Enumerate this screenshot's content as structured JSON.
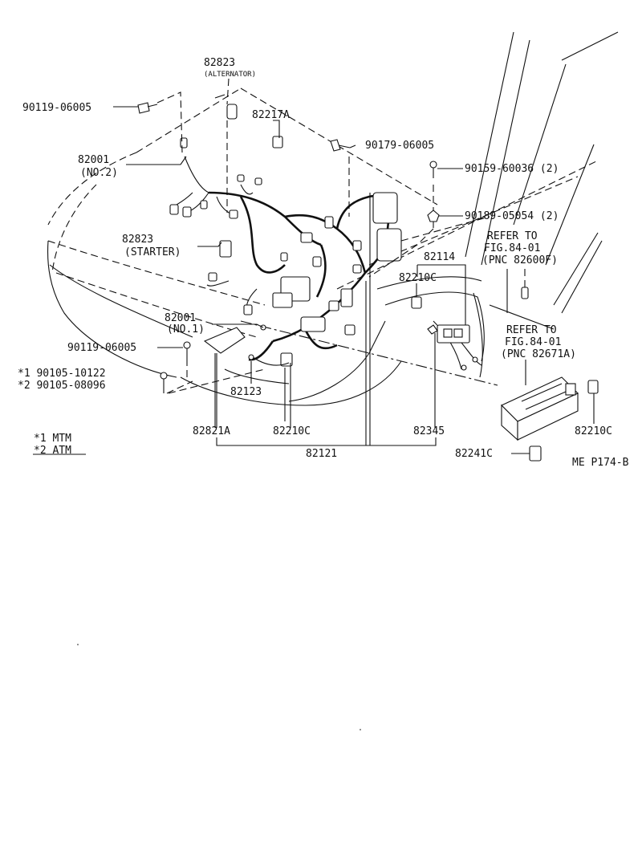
{
  "labels": {
    "p82823_alt": "82823",
    "alternator": "(ALTERNATOR)",
    "p90119_top": "90119-06005",
    "p82217a": "82217A",
    "p90179": "90179-06005",
    "p82001_no2": "82001",
    "no2": "(NO.2)",
    "p90159": "90159-60036 (2)",
    "p90189": "90189-05054 (2)",
    "p82823_st": "82823",
    "starter": "(STARTER)",
    "refer1_a": "REFER TO",
    "refer1_b": "FIG.84-01",
    "refer1_c": "(PNC 82600F)",
    "p82114": "82114",
    "p82210c_a": "82210C",
    "p82001_no1": "82001",
    "no1": "(NO.1)",
    "refer2_a": "REFER TO",
    "refer2_b": "FIG.84-01",
    "refer2_c": "(PNC 82671A)",
    "p90119_bot": "90119-06005",
    "note1": "*1 90105-10122",
    "note2": "*2 90105-08096",
    "p82123": "82123",
    "p82821a": "82821A",
    "p82210c_b": "82210C",
    "p82345": "82345",
    "p82210c_c": "82210C",
    "legend1": "*1 MTM",
    "legend2": "*2 ATM",
    "p82121": "82121",
    "p82241c": "82241C",
    "code": "ME P174-B"
  }
}
